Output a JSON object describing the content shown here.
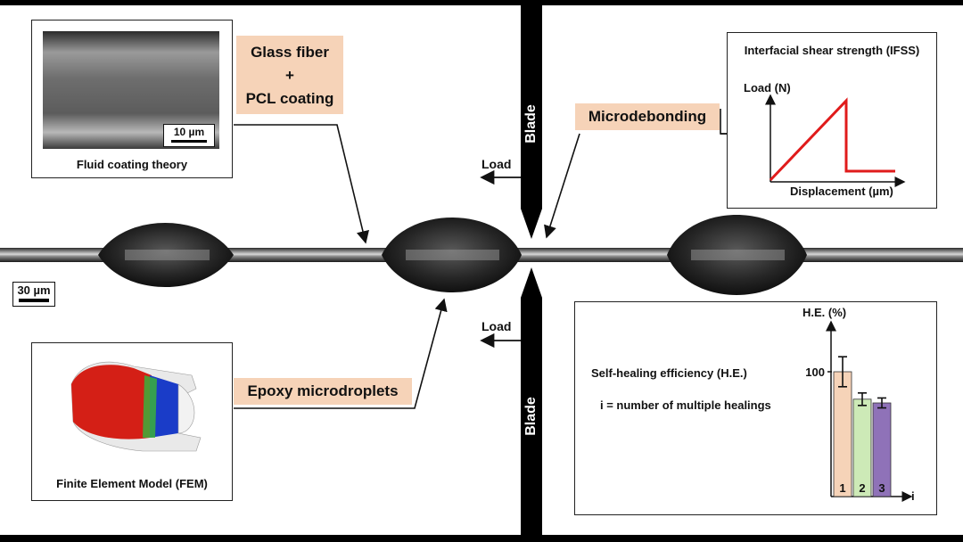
{
  "sem": {
    "scale_label": "10 µm",
    "caption": "Fluid coating theory"
  },
  "fiber_label": {
    "line1": "Glass fiber",
    "line2": "+",
    "line3": "PCL coating"
  },
  "scale_bar_main": "30 µm",
  "blade_top": "Blade",
  "blade_bottom": "Blade",
  "load_top": "Load",
  "load_bottom": "Load",
  "microdebonding": "Microdebonding",
  "epoxy_label": "Epoxy microdroplets",
  "fem": {
    "caption": "Finite Element Model (FEM)"
  },
  "ifss": {
    "title": "Interfacial shear strength (IFSS)",
    "y_label": "Load (N)",
    "x_label": "Displacement (µm)"
  },
  "healing": {
    "title": "Self-healing efficiency (H.E.)",
    "definition": "i = number of multiple healings"
  },
  "chart_data": {
    "type": "bar",
    "ylabel": "H.E. (%)",
    "xlabel": "i",
    "yticks": [
      100
    ],
    "categories": [
      "1",
      "2",
      "3"
    ],
    "values": [
      100,
      78,
      75
    ],
    "errors": [
      12,
      5,
      4
    ],
    "ylim": [
      0,
      140
    ],
    "colors": [
      "#f6d3b8",
      "#cdeab7",
      "#8f72b8"
    ]
  }
}
